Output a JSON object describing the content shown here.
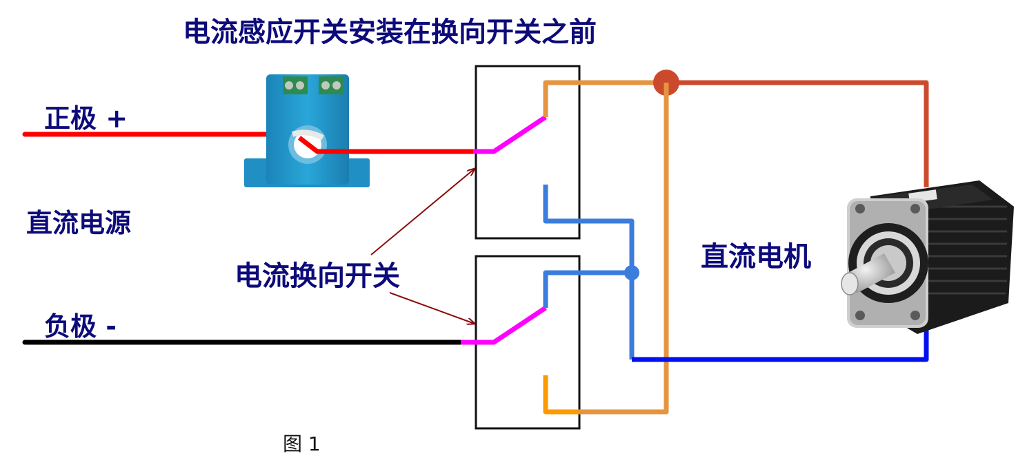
{
  "title": "电流感应开关安装在换向开关之前",
  "labels": {
    "positive": "正极 +",
    "dc_source": "直流电源",
    "switch_label": "电流换向开关",
    "negative": "负极 -",
    "motor": "直流电机",
    "figure": "图 1"
  },
  "colors": {
    "positive_wire": "#ff0000",
    "negative_wire": "#000000",
    "switch_blade": "#ff00ff",
    "orange_wire": "#e59440",
    "blue_wire": "#3b7ddd",
    "motor_red_wire": "#cc4a2c",
    "motor_blue_wire": "#0010ee",
    "label_text": "#0d0a7a",
    "arrow": "#8a0c0c",
    "sensor_body": "#2196c8"
  },
  "icons": {
    "sensor": "current-sensor-icon",
    "motor": "dc-motor-icon"
  }
}
